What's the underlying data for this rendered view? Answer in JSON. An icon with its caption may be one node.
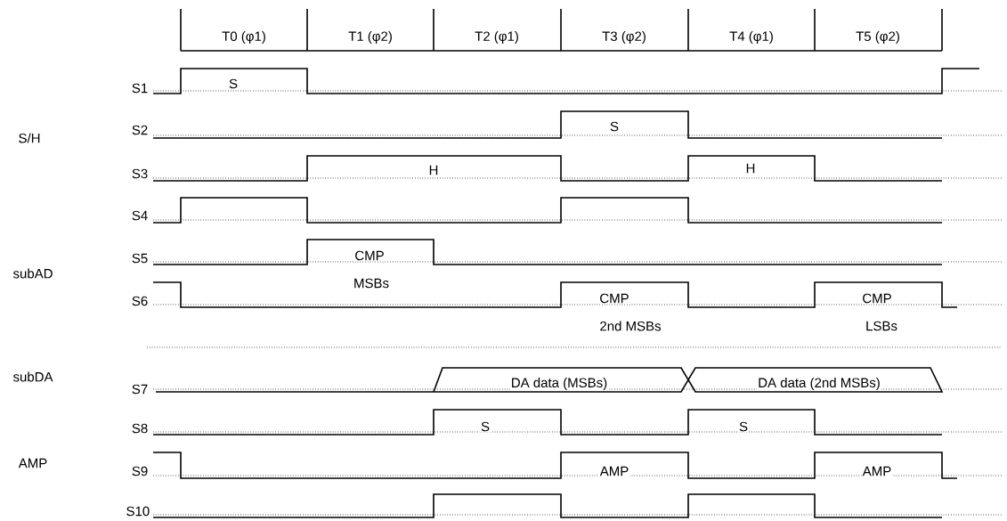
{
  "diagram": {
    "labels": [
      "T0 (φ1)",
      "T1 (φ2)",
      "T2 (φ1)",
      "T3 (φ2)",
      "T4 (φ1)",
      "T5 (φ2)",
      "S1",
      "S",
      "S/H",
      "S2",
      "S",
      "S3",
      "H",
      "H",
      "S4",
      "S5",
      "CMP",
      "subAD",
      "MSBs",
      "S6",
      "CMP",
      "2nd MSBs",
      "CMP",
      "LSBs",
      "subDA",
      "S7",
      "DA data (MSBs)",
      "DA data (2nd MSBs)",
      "S8",
      "S",
      "S",
      "AMP",
      "S9",
      "AMP",
      "AMP",
      "S10"
    ]
  }
}
